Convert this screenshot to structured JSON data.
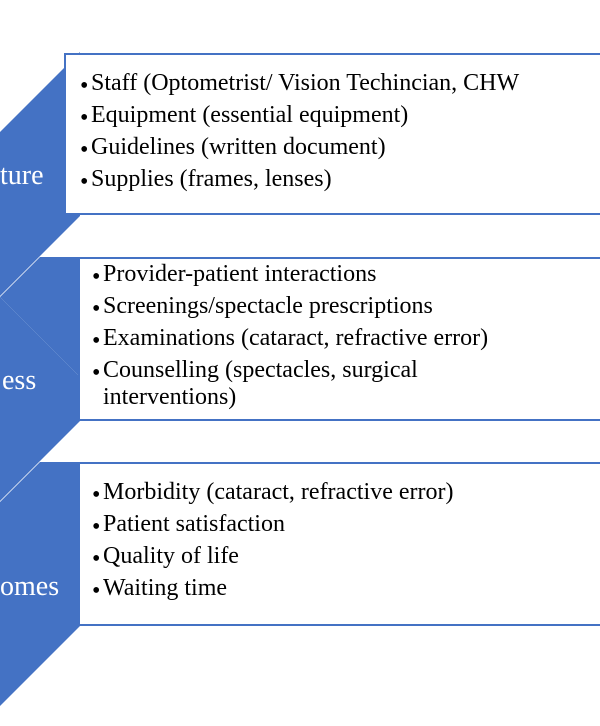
{
  "diagram": {
    "steps": [
      {
        "label": "ture",
        "items": [
          "Staff (Optometrist/ Vision Techincian, CHW",
          "Equipment (essential equipment)",
          "Guidelines (written document)",
          "Supplies (frames, lenses)"
        ]
      },
      {
        "label": "ess",
        "items": [
          "Provider-patient interactions",
          "Screenings/spectacle prescriptions",
          "Examinations (cataract, refractive error)",
          "Counselling (spectacles, surgical\ninterventions)"
        ]
      },
      {
        "label": "omes",
        "items": [
          "Morbidity (cataract, refractive error)",
          "Patient satisfaction",
          "Quality of life",
          "Waiting time"
        ]
      }
    ],
    "bullet_char": "•",
    "colors": {
      "accent": "#4472c4",
      "box_fill": "#ffffff",
      "label_text": "#ffffff",
      "body_text": "#000000"
    }
  }
}
